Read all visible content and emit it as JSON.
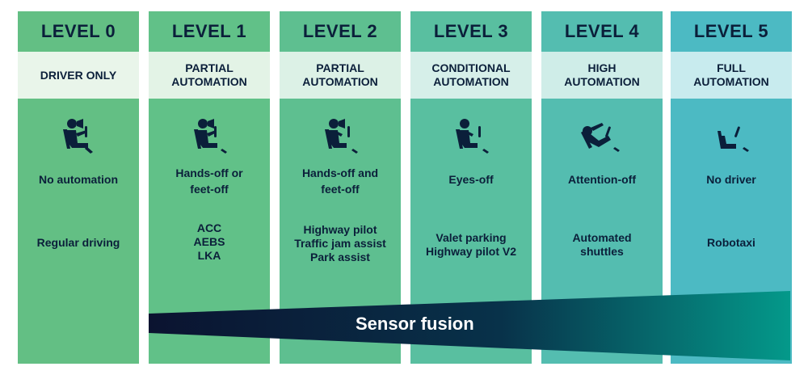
{
  "colors": {
    "levels_bg": [
      "#63bf84",
      "#61c188",
      "#5ebf90",
      "#59bfa0",
      "#54bdb0",
      "#4cbac3"
    ],
    "band_bg": [
      "#e9f5ea",
      "#e3f3e6",
      "#dcf1e6",
      "#d6efe9",
      "#cfede8",
      "#c8ebee"
    ],
    "text_dark": "#0b1f3a",
    "fusion_start": "#0b1330",
    "fusion_end": "#04998a"
  },
  "levels": [
    {
      "title": "LEVEL 0",
      "subtitle": "DRIVER ONLY",
      "icon": "driver-hands-on-icon",
      "mode": "No automation",
      "features": "Regular driving"
    },
    {
      "title": "LEVEL 1",
      "subtitle": "PARTIAL\nAUTOMATION",
      "icon": "driver-hands-or-feet-off-icon",
      "mode": "Hands-off or\nfeet-off",
      "features": "ACC\nAEBS\nLKA"
    },
    {
      "title": "LEVEL 2",
      "subtitle": "PARTIAL\nAUTOMATION",
      "icon": "driver-hands-and-feet-off-icon",
      "mode": "Hands-off and\nfeet-off",
      "features": "Highway pilot\nTraffic jam assist\nPark assist"
    },
    {
      "title": "LEVEL 3",
      "subtitle": "CONDITIONAL\nAUTOMATION",
      "icon": "driver-eyes-off-icon",
      "mode": "Eyes-off",
      "features": "Valet parking\nHighway pilot V2"
    },
    {
      "title": "LEVEL 4",
      "subtitle": "HIGH\nAUTOMATION",
      "icon": "driver-reclined-icon",
      "mode": "Attention-off",
      "features": "Automated\nshuttles"
    },
    {
      "title": "LEVEL 5",
      "subtitle": "FULL\nAUTOMATION",
      "icon": "no-driver-icon",
      "mode": "No driver",
      "features": "Robotaxi"
    }
  ],
  "fusion": {
    "label": "Sensor fusion"
  }
}
